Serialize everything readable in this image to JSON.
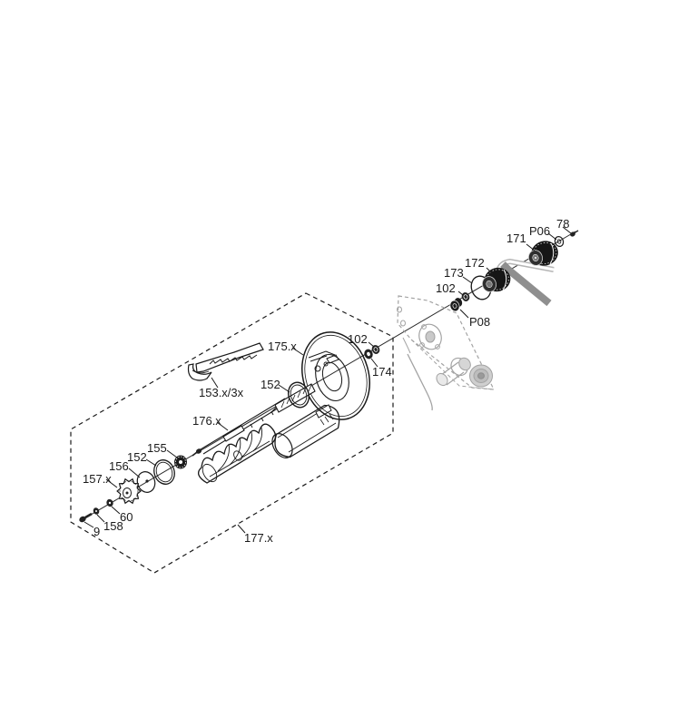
{
  "diagram": {
    "type": "exploded-parts-diagram",
    "background_color": "#ffffff",
    "line_color": "#1a1a1a",
    "phantom_color": "#a3a3a3",
    "belt_color_dark": "#8f8f8f",
    "belt_color_light": "#b5b5b5",
    "labels": {
      "l78": "78",
      "p06": "P06",
      "l171": "171",
      "l172": "172",
      "l173": "173",
      "l102_top": "102",
      "p08": "P08",
      "l102_mid": "102",
      "l174": "174",
      "l175x": "175.x",
      "l152_top": "152",
      "l153x": "153.x/3x",
      "l176x": "176.x",
      "l155": "155",
      "l152_bot": "152",
      "l156": "156",
      "l157x": "157.x",
      "l60": "60",
      "l158": "158",
      "l9": "9",
      "l177x": "177.x"
    }
  }
}
